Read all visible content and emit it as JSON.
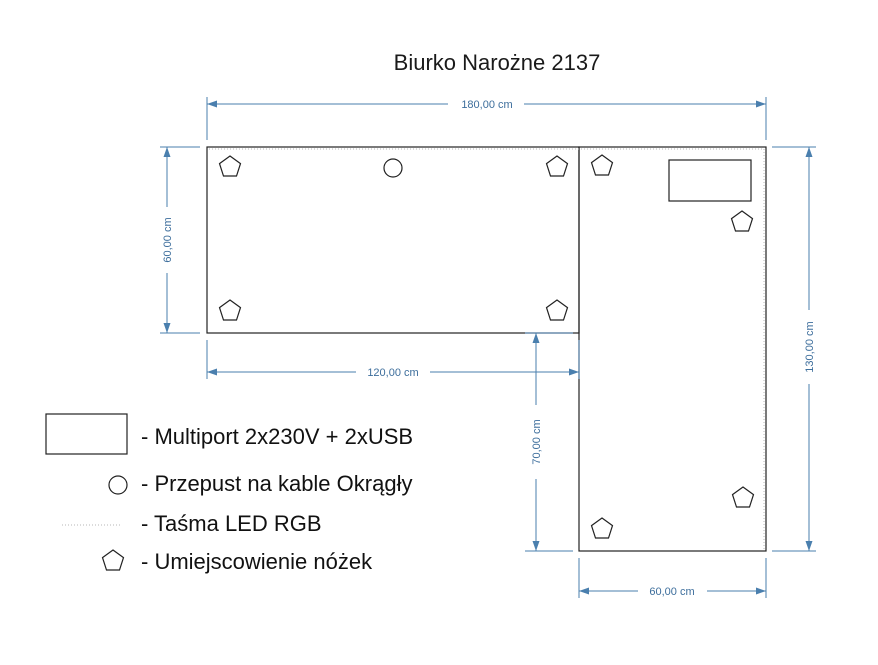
{
  "title": "Biurko Narożne 2137",
  "dimensions": {
    "top_width": "180,00 cm",
    "left_depth": "60,00 cm",
    "left_length": "120,00 cm",
    "right_height": "130,00 cm",
    "lower_height": "70,00 cm",
    "bottom_width": "60,00 cm"
  },
  "legend": {
    "multiport": "- Multiport 2x230V + 2xUSB",
    "cable_hole": "- Przepust na kable Okrągły",
    "led_strip": "- Taśma LED RGB",
    "legs": "- Umiejscowienie nóżek"
  },
  "colors": {
    "dimension": "#4a7fae",
    "outline": "#222222"
  }
}
